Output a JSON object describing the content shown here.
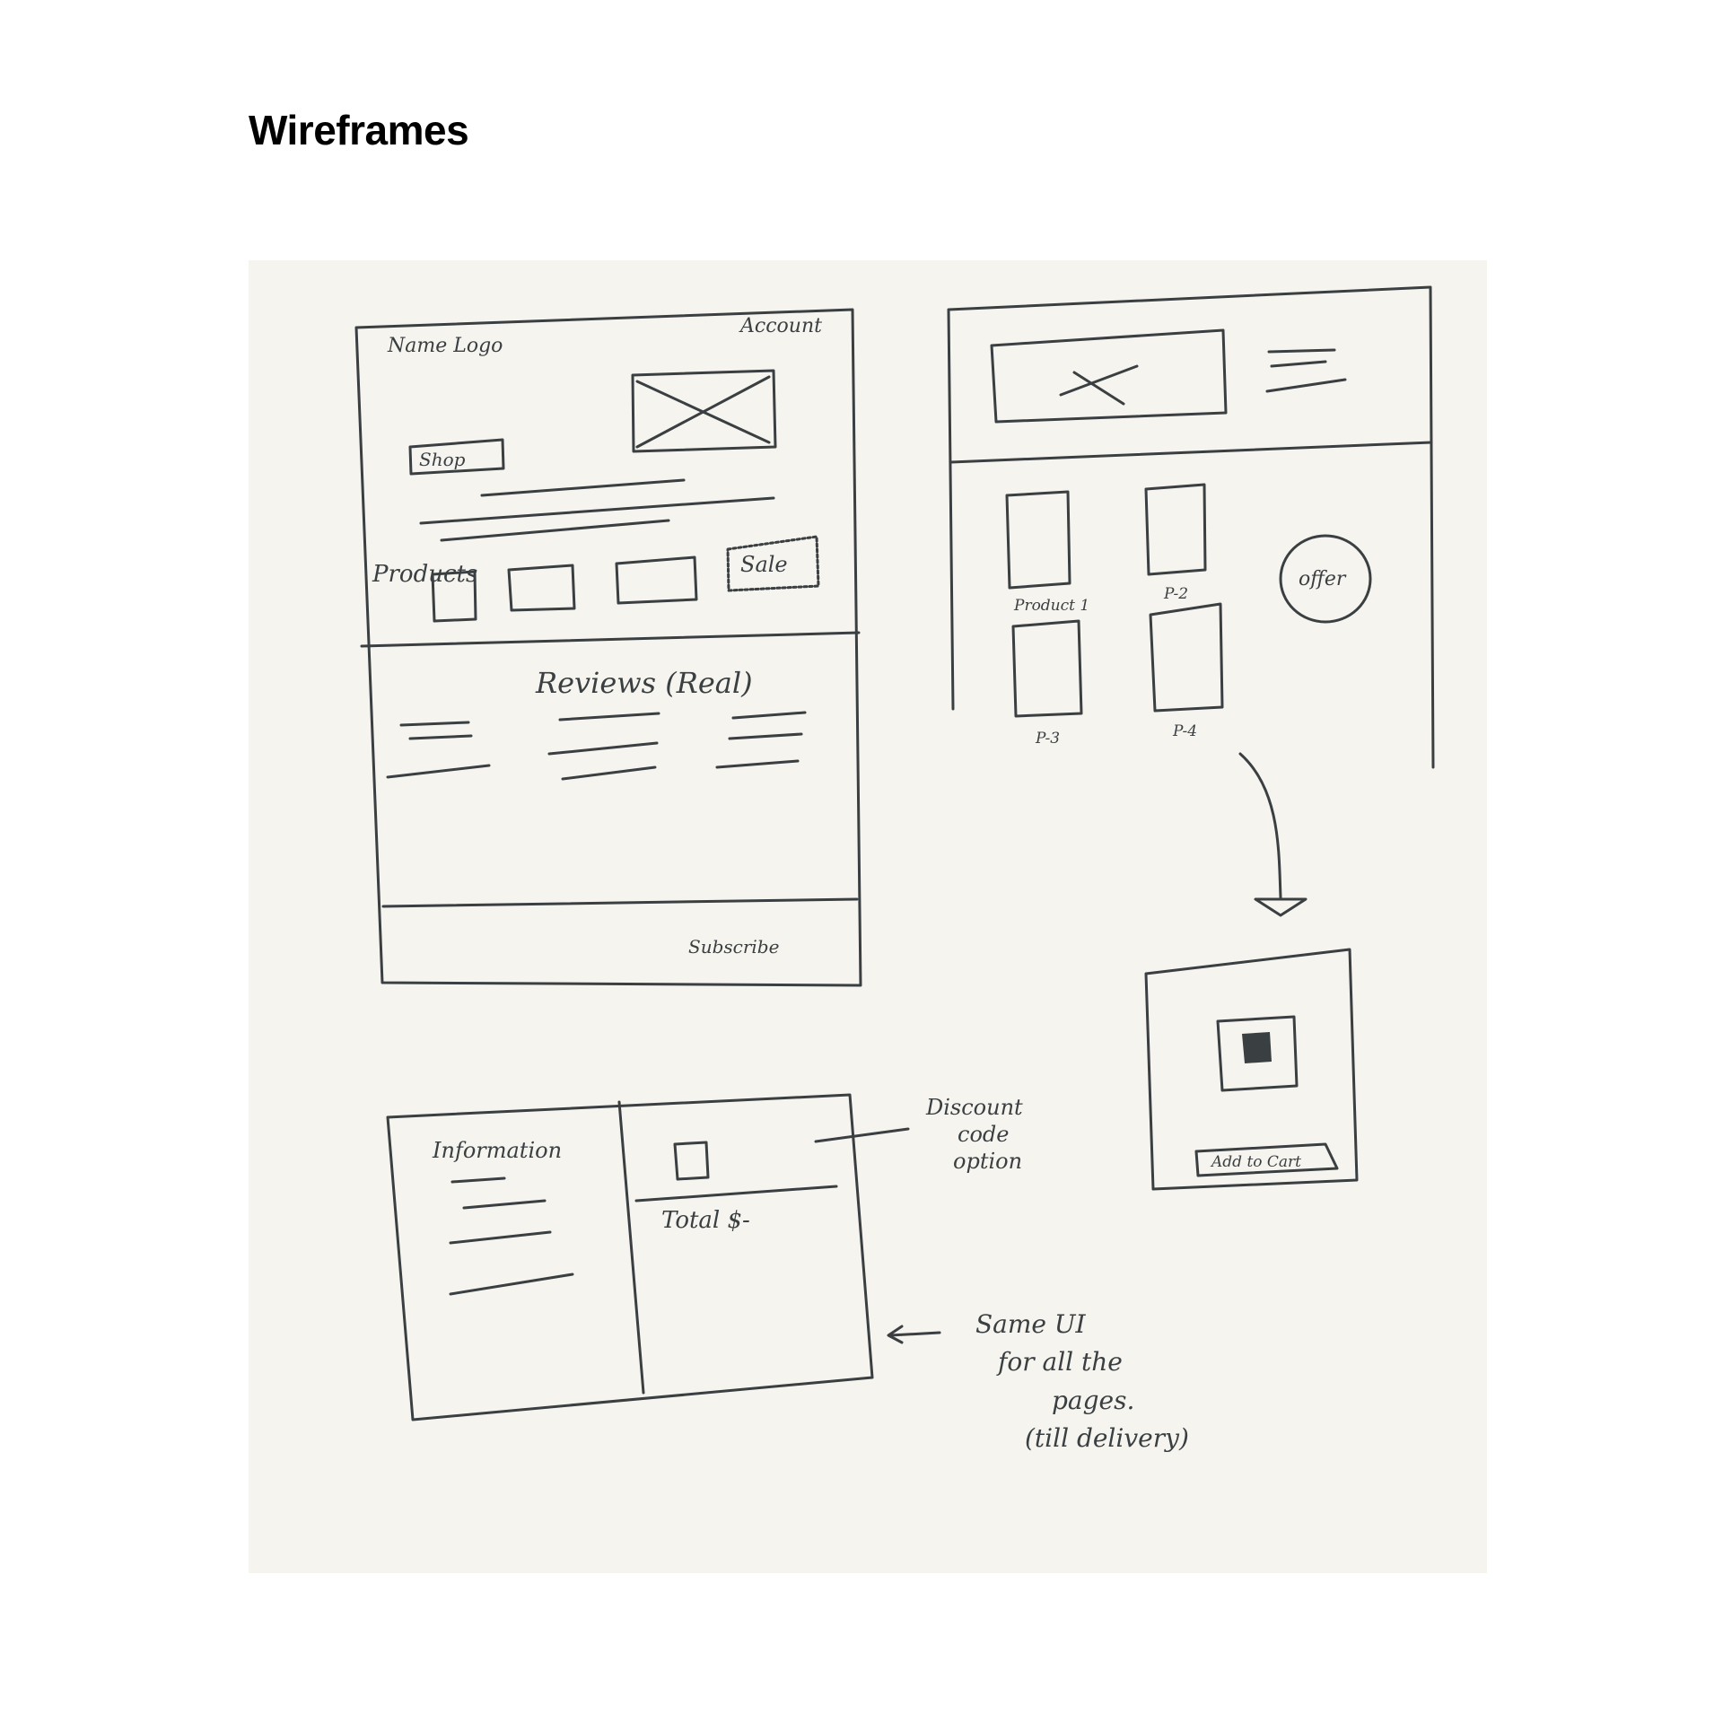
{
  "title": "Wireframes",
  "colors": {
    "paper": "#f6f4ef",
    "ink": "#3a3f42",
    "background": "#ffffff",
    "title": "#000000"
  },
  "home_wireframe": {
    "name_logo": "Name Logo",
    "account": "Account",
    "shop_button": "Shop",
    "products_label": "Products",
    "sale_badge": "Sale",
    "reviews_heading": "Reviews (Real)",
    "subscribe": "Subscribe"
  },
  "products_wireframe": {
    "product_1": "Product 1",
    "product_2": "P-2",
    "product_3": "P-3",
    "product_4": "P-4",
    "offer_badge": "offer"
  },
  "product_detail_wireframe": {
    "add_to_cart": "Add to Cart"
  },
  "checkout_wireframe": {
    "information_label": "Information",
    "total_label": "Total $-"
  },
  "annotations": {
    "discount_note": [
      "Discount",
      "code",
      "option"
    ],
    "same_ui_note": [
      "Same UI",
      "for all the",
      "pages.",
      "(till delivery)"
    ]
  }
}
